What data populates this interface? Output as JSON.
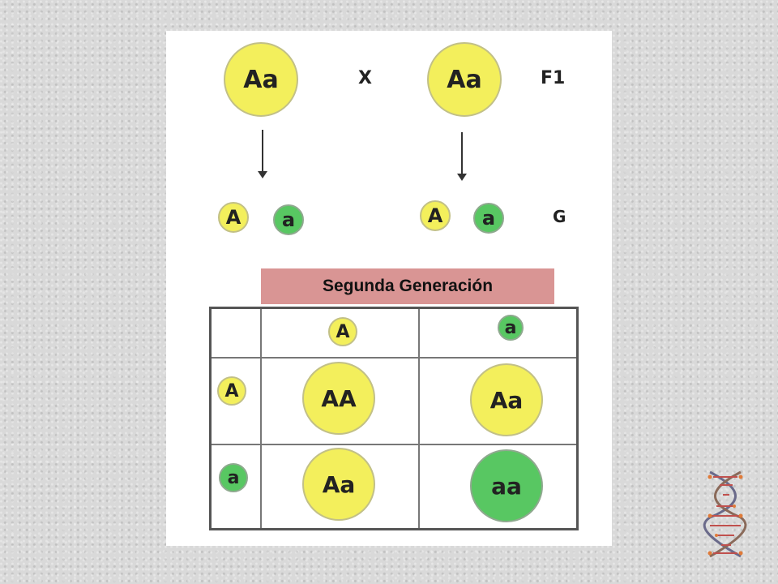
{
  "parents": {
    "left": "Aa",
    "cross": "X",
    "right": "Aa",
    "generation_label": "F1"
  },
  "gametes": {
    "left": [
      "A",
      "a"
    ],
    "right": [
      "A",
      "a"
    ],
    "generation_label": "G"
  },
  "banner": "Segunda Generación",
  "punnett": {
    "col_headers": [
      "A",
      "a"
    ],
    "row_headers": [
      "A",
      "a"
    ],
    "cells": [
      [
        "AA",
        "Aa"
      ],
      [
        "Aa",
        "aa"
      ]
    ]
  },
  "colors": {
    "dominant": "#f3ef5c",
    "recessive": "#58c762",
    "banner": "#d99594"
  },
  "icons": [
    "dna-icon"
  ]
}
